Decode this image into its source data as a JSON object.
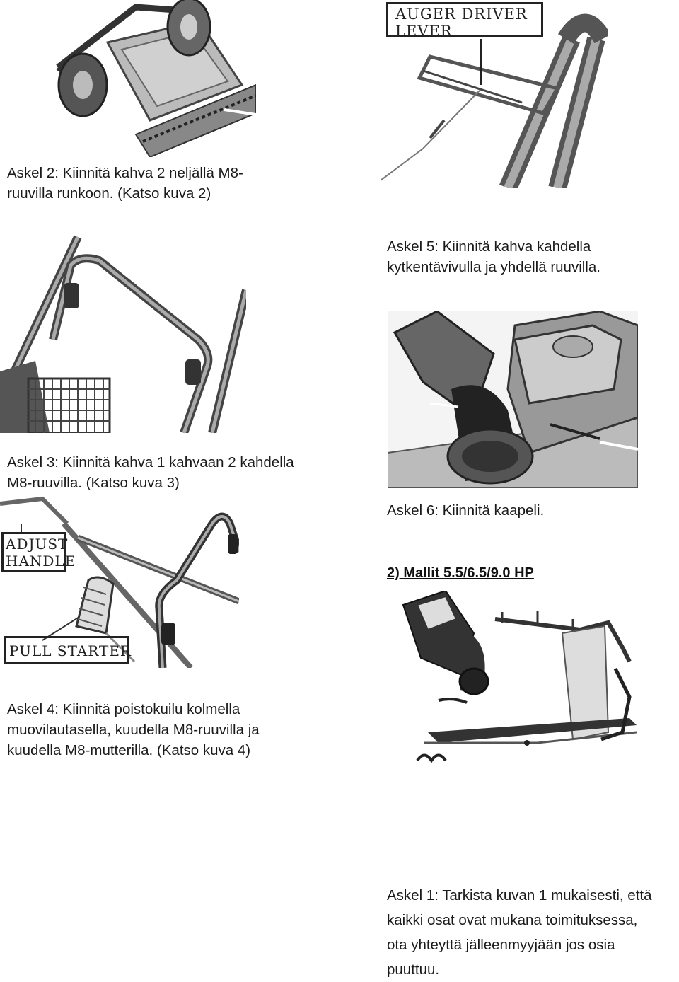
{
  "steps": {
    "step2": {
      "lines": [
        "Askel 2: Kiinnitä kahva 2 neljällä M8-",
        "ruuvilla runkoon. (Katso kuva 2)"
      ]
    },
    "step5": {
      "lines": [
        "Askel 5: Kiinnitä kahva kahdella",
        "kytkentävivulla ja yhdellä ruuvilla."
      ]
    },
    "step3": {
      "lines": [
        "Askel 3: Kiinnitä kahva 1 kahvaan 2 kahdella",
        "M8-ruuvilla. (Katso kuva 3)"
      ]
    },
    "step6": {
      "lines": [
        "Askel 6: Kiinnitä kaapeli."
      ]
    },
    "step4": {
      "lines": [
        "Askel 4: Kiinnitä poistokuilu kolmella",
        "muovilautasella, kuudella M8-ruuvilla ja",
        "kuudella M8-mutterilla. (Katso kuva 4)"
      ]
    },
    "step1": {
      "lines": [
        "Askel 1: Tarkista kuvan 1 mukaisesti, että",
        "kaikki osat ovat mukana toimituksessa,",
        "ota yhteyttä jälleenmyyjään jos osia",
        "puuttuu."
      ]
    }
  },
  "section_heading": "2) Mallit 5.5/6.5/9.0 HP",
  "figure_labels": {
    "auger_driver_lever": [
      "AUGER DRIVER",
      "LEVER"
    ],
    "adjust_handle": [
      "ADJUST",
      "HANDLE"
    ],
    "pull_starter": [
      "PULL STARTER"
    ]
  }
}
